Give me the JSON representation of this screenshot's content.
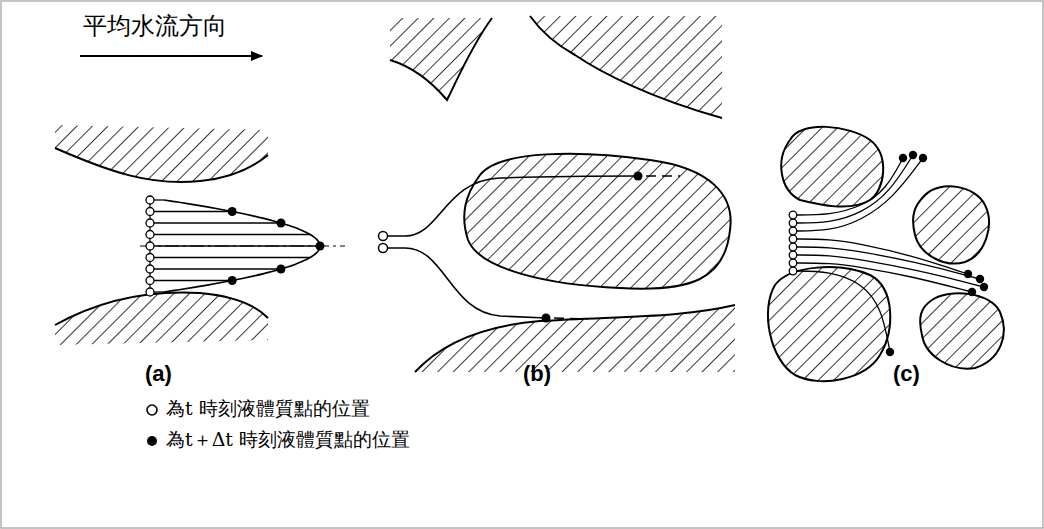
{
  "diagram": {
    "labels": [
      "平均水流方向",
      "(a)",
      "(b)",
      "(c)"
    ],
    "legend": [
      {
        "text": "為t 時刻液體質點的位置"
      },
      {
        "text": "為t＋Δt 時刻液體質點的位置"
      }
    ]
  }
}
